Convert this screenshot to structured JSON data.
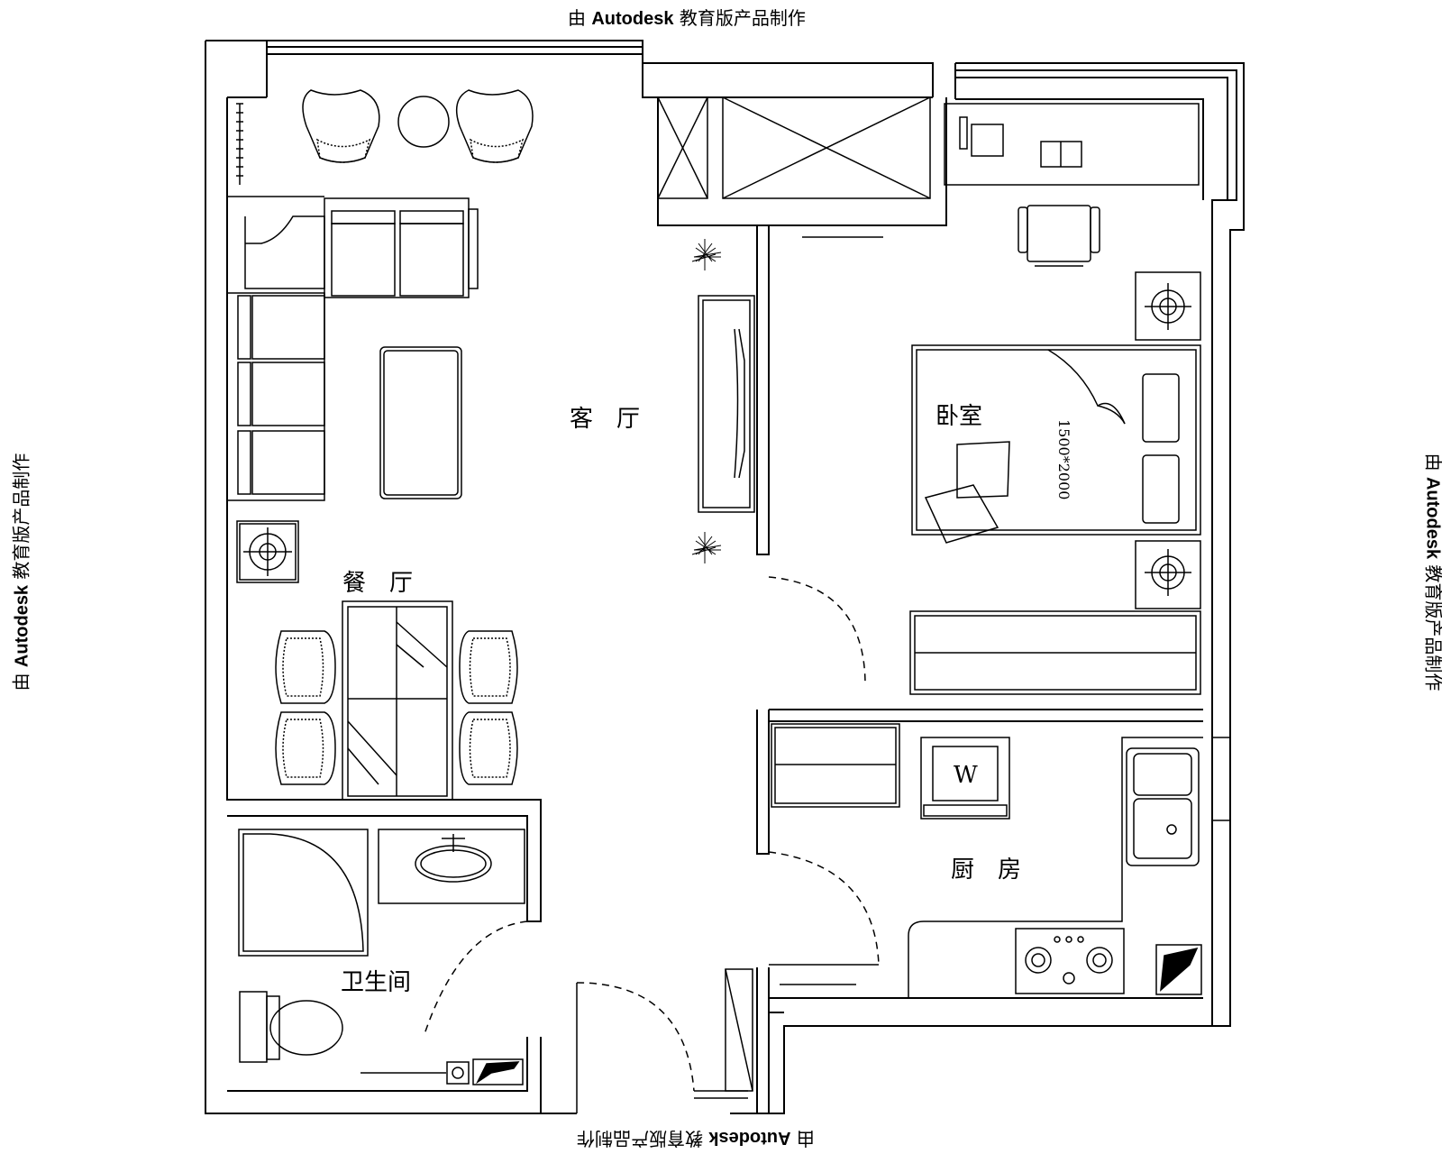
{
  "watermark": {
    "prefix": "由 ",
    "brand": "Autodesk",
    "suffix": " 教育版产品制作"
  },
  "rooms": {
    "living": "客　厅",
    "dining": "餐　厅",
    "bedroom": "卧室",
    "kitchen": "厨　房",
    "bathroom": "卫生间"
  },
  "bed_size": "1500*2000",
  "tv_label": "W"
}
